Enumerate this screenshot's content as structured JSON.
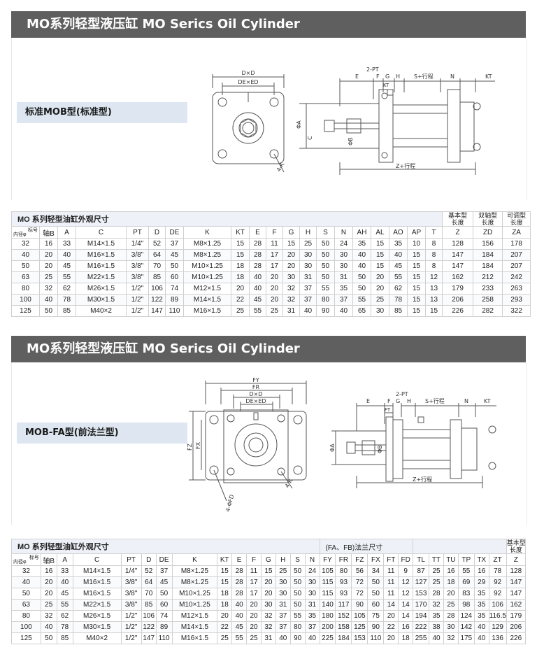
{
  "section1": {
    "banner": "MO系列轻型液压缸 MO Serics Oil Cylinder",
    "type_label": "标准MOB型(标准型)",
    "drawing": {
      "front": {
        "dd": "D×D",
        "de": "DE×ED",
        "k": "4-K"
      },
      "side": {
        "two_pt": "2-PT",
        "e": "E",
        "f": "F",
        "g": "G",
        "h": "H",
        "kt_small": "KT",
        "s": "S+行程",
        "n": "N",
        "kt": "KT",
        "phi_a": "ΦA",
        "c": "C",
        "phi_b": "ΦB",
        "z": "Z+行程"
      }
    },
    "table": {
      "title": "MO 系列轻型油缸外观尺寸",
      "length_headers": [
        "基本型\n长度",
        "双轴型\n长度",
        "可调型\n长度"
      ],
      "corner_top": "标号",
      "corner_bottom": "内径φ",
      "columns": [
        "轴B",
        "A",
        "C",
        "PT",
        "D",
        "DE",
        "K",
        "KT",
        "E",
        "F",
        "G",
        "H",
        "S",
        "N",
        "AH",
        "AL",
        "AO",
        "AP",
        "T",
        "Z",
        "ZD",
        "ZA"
      ],
      "rows": [
        [
          "32",
          "16",
          "33",
          "M14×1.5",
          "1/4\"",
          "52",
          "37",
          "M8×1.25",
          "15",
          "28",
          "11",
          "15",
          "25",
          "50",
          "24",
          "35",
          "15",
          "35",
          "10",
          "8",
          "128",
          "156",
          "178"
        ],
        [
          "40",
          "20",
          "40",
          "M16×1.5",
          "3/8\"",
          "64",
          "45",
          "M8×1.25",
          "15",
          "28",
          "17",
          "20",
          "30",
          "50",
          "30",
          "40",
          "15",
          "40",
          "15",
          "8",
          "147",
          "184",
          "207"
        ],
        [
          "50",
          "20",
          "45",
          "M16×1.5",
          "3/8\"",
          "70",
          "50",
          "M10×1.25",
          "18",
          "28",
          "17",
          "20",
          "30",
          "50",
          "30",
          "40",
          "15",
          "45",
          "15",
          "8",
          "147",
          "184",
          "207"
        ],
        [
          "63",
          "25",
          "55",
          "M22×1.5",
          "3/8\"",
          "85",
          "60",
          "M10×1.25",
          "18",
          "40",
          "20",
          "30",
          "31",
          "50",
          "31",
          "50",
          "20",
          "55",
          "15",
          "12",
          "162",
          "212",
          "242"
        ],
        [
          "80",
          "32",
          "62",
          "M26×1.5",
          "1/2\"",
          "106",
          "74",
          "M12×1.5",
          "20",
          "40",
          "20",
          "32",
          "37",
          "55",
          "35",
          "50",
          "20",
          "62",
          "15",
          "13",
          "179",
          "233",
          "263"
        ],
        [
          "100",
          "40",
          "78",
          "M30×1.5",
          "1/2\"",
          "122",
          "89",
          "M14×1.5",
          "22",
          "45",
          "20",
          "32",
          "37",
          "80",
          "37",
          "55",
          "25",
          "78",
          "15",
          "13",
          "206",
          "258",
          "293"
        ],
        [
          "125",
          "50",
          "85",
          "M40×2",
          "1/2\"",
          "147",
          "110",
          "M16×1.5",
          "25",
          "55",
          "25",
          "31",
          "40",
          "90",
          "40",
          "65",
          "30",
          "85",
          "15",
          "15",
          "226",
          "282",
          "322"
        ]
      ]
    }
  },
  "section2": {
    "banner": "MO系列轻型液压缸 MO Serics Oil Cylinder",
    "type_label": "MOB-FA型(前法兰型)",
    "drawing": {
      "front": {
        "fy": "FY",
        "fr": "FR",
        "dd": "D×D",
        "de": "DE×ED",
        "fz": "FZ",
        "fx": "FX",
        "k": "4-K",
        "fd": "4-ΦFD"
      },
      "side": {
        "two_pt": "2-PT",
        "e": "E",
        "f": "F",
        "g": "G",
        "h": "H",
        "ft": "FT",
        "s": "S+行程",
        "n": "N",
        "kt": "KT",
        "phi_a": "ΦA",
        "phi_b": "ΦB",
        "z": "Z+行程"
      }
    },
    "table": {
      "title": "MO 系列轻型油缸外观尺寸",
      "flange_title": "(FA、FB)法兰尺寸",
      "length_header": "基本型\n长度",
      "corner_top": "标号",
      "corner_bottom": "内径φ",
      "columns": [
        "轴B",
        "A",
        "C",
        "PT",
        "D",
        "DE",
        "K",
        "KT",
        "E",
        "F",
        "G",
        "H",
        "S",
        "N",
        "FY",
        "FR",
        "FZ",
        "FX",
        "FT",
        "FD",
        "TL",
        "TT",
        "TU",
        "TP",
        "TX",
        "ZT",
        "Z"
      ],
      "rows": [
        [
          "32",
          "16",
          "33",
          "M14×1.5",
          "1/4\"",
          "52",
          "37",
          "M8×1.25",
          "15",
          "28",
          "11",
          "15",
          "25",
          "50",
          "24",
          "105",
          "80",
          "56",
          "34",
          "11",
          "9",
          "87",
          "25",
          "16",
          "55",
          "16",
          "78",
          "128"
        ],
        [
          "40",
          "20",
          "40",
          "M16×1.5",
          "3/8\"",
          "64",
          "45",
          "M8×1.25",
          "15",
          "28",
          "17",
          "20",
          "30",
          "50",
          "30",
          "115",
          "93",
          "72",
          "50",
          "11",
          "12",
          "127",
          "25",
          "18",
          "69",
          "29",
          "92",
          "147"
        ],
        [
          "50",
          "20",
          "45",
          "M16×1.5",
          "3/8\"",
          "70",
          "50",
          "M10×1.25",
          "18",
          "28",
          "17",
          "20",
          "30",
          "50",
          "30",
          "115",
          "93",
          "72",
          "50",
          "11",
          "12",
          "153",
          "28",
          "20",
          "83",
          "35",
          "92",
          "147"
        ],
        [
          "63",
          "25",
          "55",
          "M22×1.5",
          "3/8\"",
          "85",
          "60",
          "M10×1.25",
          "18",
          "40",
          "20",
          "30",
          "31",
          "50",
          "31",
          "140",
          "117",
          "90",
          "60",
          "14",
          "14",
          "170",
          "32",
          "25",
          "98",
          "35",
          "106",
          "162"
        ],
        [
          "80",
          "32",
          "62",
          "M26×1.5",
          "1/2\"",
          "106",
          "74",
          "M12×1.5",
          "20",
          "40",
          "20",
          "32",
          "37",
          "55",
          "35",
          "180",
          "152",
          "105",
          "75",
          "20",
          "14",
          "194",
          "35",
          "28",
          "124",
          "35",
          "116.5",
          "179"
        ],
        [
          "100",
          "40",
          "78",
          "M30×1.5",
          "1/2\"",
          "122",
          "89",
          "M14×1.5",
          "22",
          "45",
          "20",
          "32",
          "37",
          "80",
          "37",
          "200",
          "158",
          "125",
          "90",
          "22",
          "16",
          "222",
          "38",
          "30",
          "142",
          "40",
          "129",
          "206"
        ],
        [
          "125",
          "50",
          "85",
          "M40×2",
          "1/2\"",
          "147",
          "110",
          "M16×1.5",
          "25",
          "55",
          "25",
          "31",
          "40",
          "90",
          "40",
          "225",
          "184",
          "153",
          "110",
          "20",
          "18",
          "255",
          "40",
          "32",
          "175",
          "40",
          "136",
          "226"
        ]
      ]
    }
  }
}
